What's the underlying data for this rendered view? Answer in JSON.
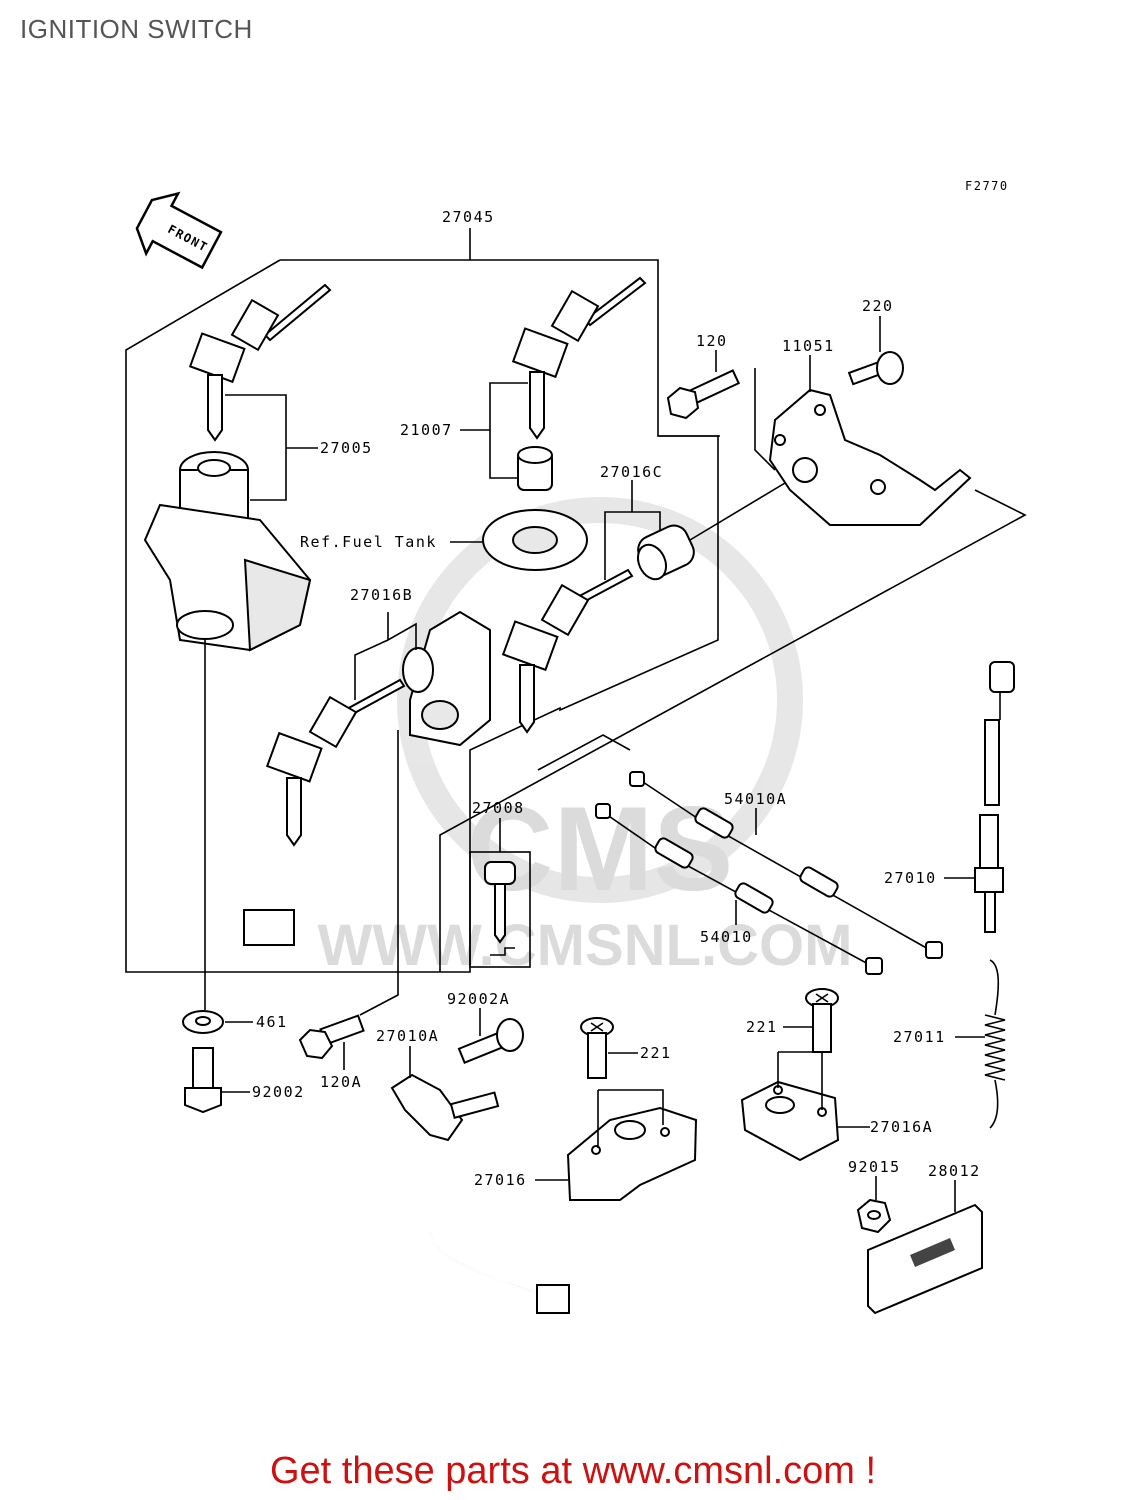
{
  "title": "IGNITION SWITCH",
  "figure_code": "F2770",
  "front_label": "FRONT",
  "footer_text": "Get these parts at www.cmsnl.com !",
  "watermark": {
    "brand": "CMS",
    "url": "WWW.CMSNL.COM"
  },
  "reference_label": "Ref.Fuel Tank",
  "part_numbers": {
    "p27045": "27045",
    "p27005": "27005",
    "p21007": "21007",
    "p27016C": "27016C",
    "p120": "120",
    "p11051": "11051",
    "p220": "220",
    "p27016B": "27016B",
    "p27008": "27008",
    "p54010A": "54010A",
    "p54010": "54010",
    "p27010": "27010",
    "p461": "461",
    "p92002": "92002",
    "p120A": "120A",
    "p27010A": "27010A",
    "p92002A": "92002A",
    "p221a": "221",
    "p221b": "221",
    "p27016": "27016",
    "p27016A": "27016A",
    "p27011": "27011",
    "p92015": "92015",
    "p28012": "28012"
  }
}
